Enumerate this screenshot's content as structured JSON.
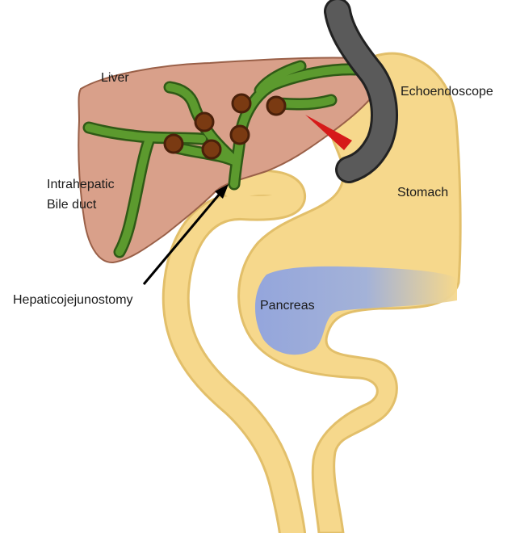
{
  "labels": {
    "liver": "Liver",
    "echoendoscope": "Echoendoscope",
    "intrahepatic_line1": "Intrahepatic",
    "intrahepatic_line2": "Bile duct",
    "stomach": "Stomach",
    "hepaticojejunostomy": "Hepaticojejunostomy",
    "pancreas": "Pancreas"
  },
  "colors": {
    "liver_fill": "#d9a08a",
    "liver_edge": "#9a6048",
    "stomach_fill": "#f6d88c",
    "stomach_edge": "#e2bf6a",
    "duct_fill": "#5c9a2e",
    "duct_edge": "#2f5a16",
    "stone_fill": "#7a3a12",
    "stone_edge": "#4a200a",
    "pancreas_fill": "#8fa3e0",
    "scope_fill": "#4a4a4a",
    "scope_edge": "#222222",
    "needle": "#d61a1a",
    "arrow": "#000000"
  }
}
